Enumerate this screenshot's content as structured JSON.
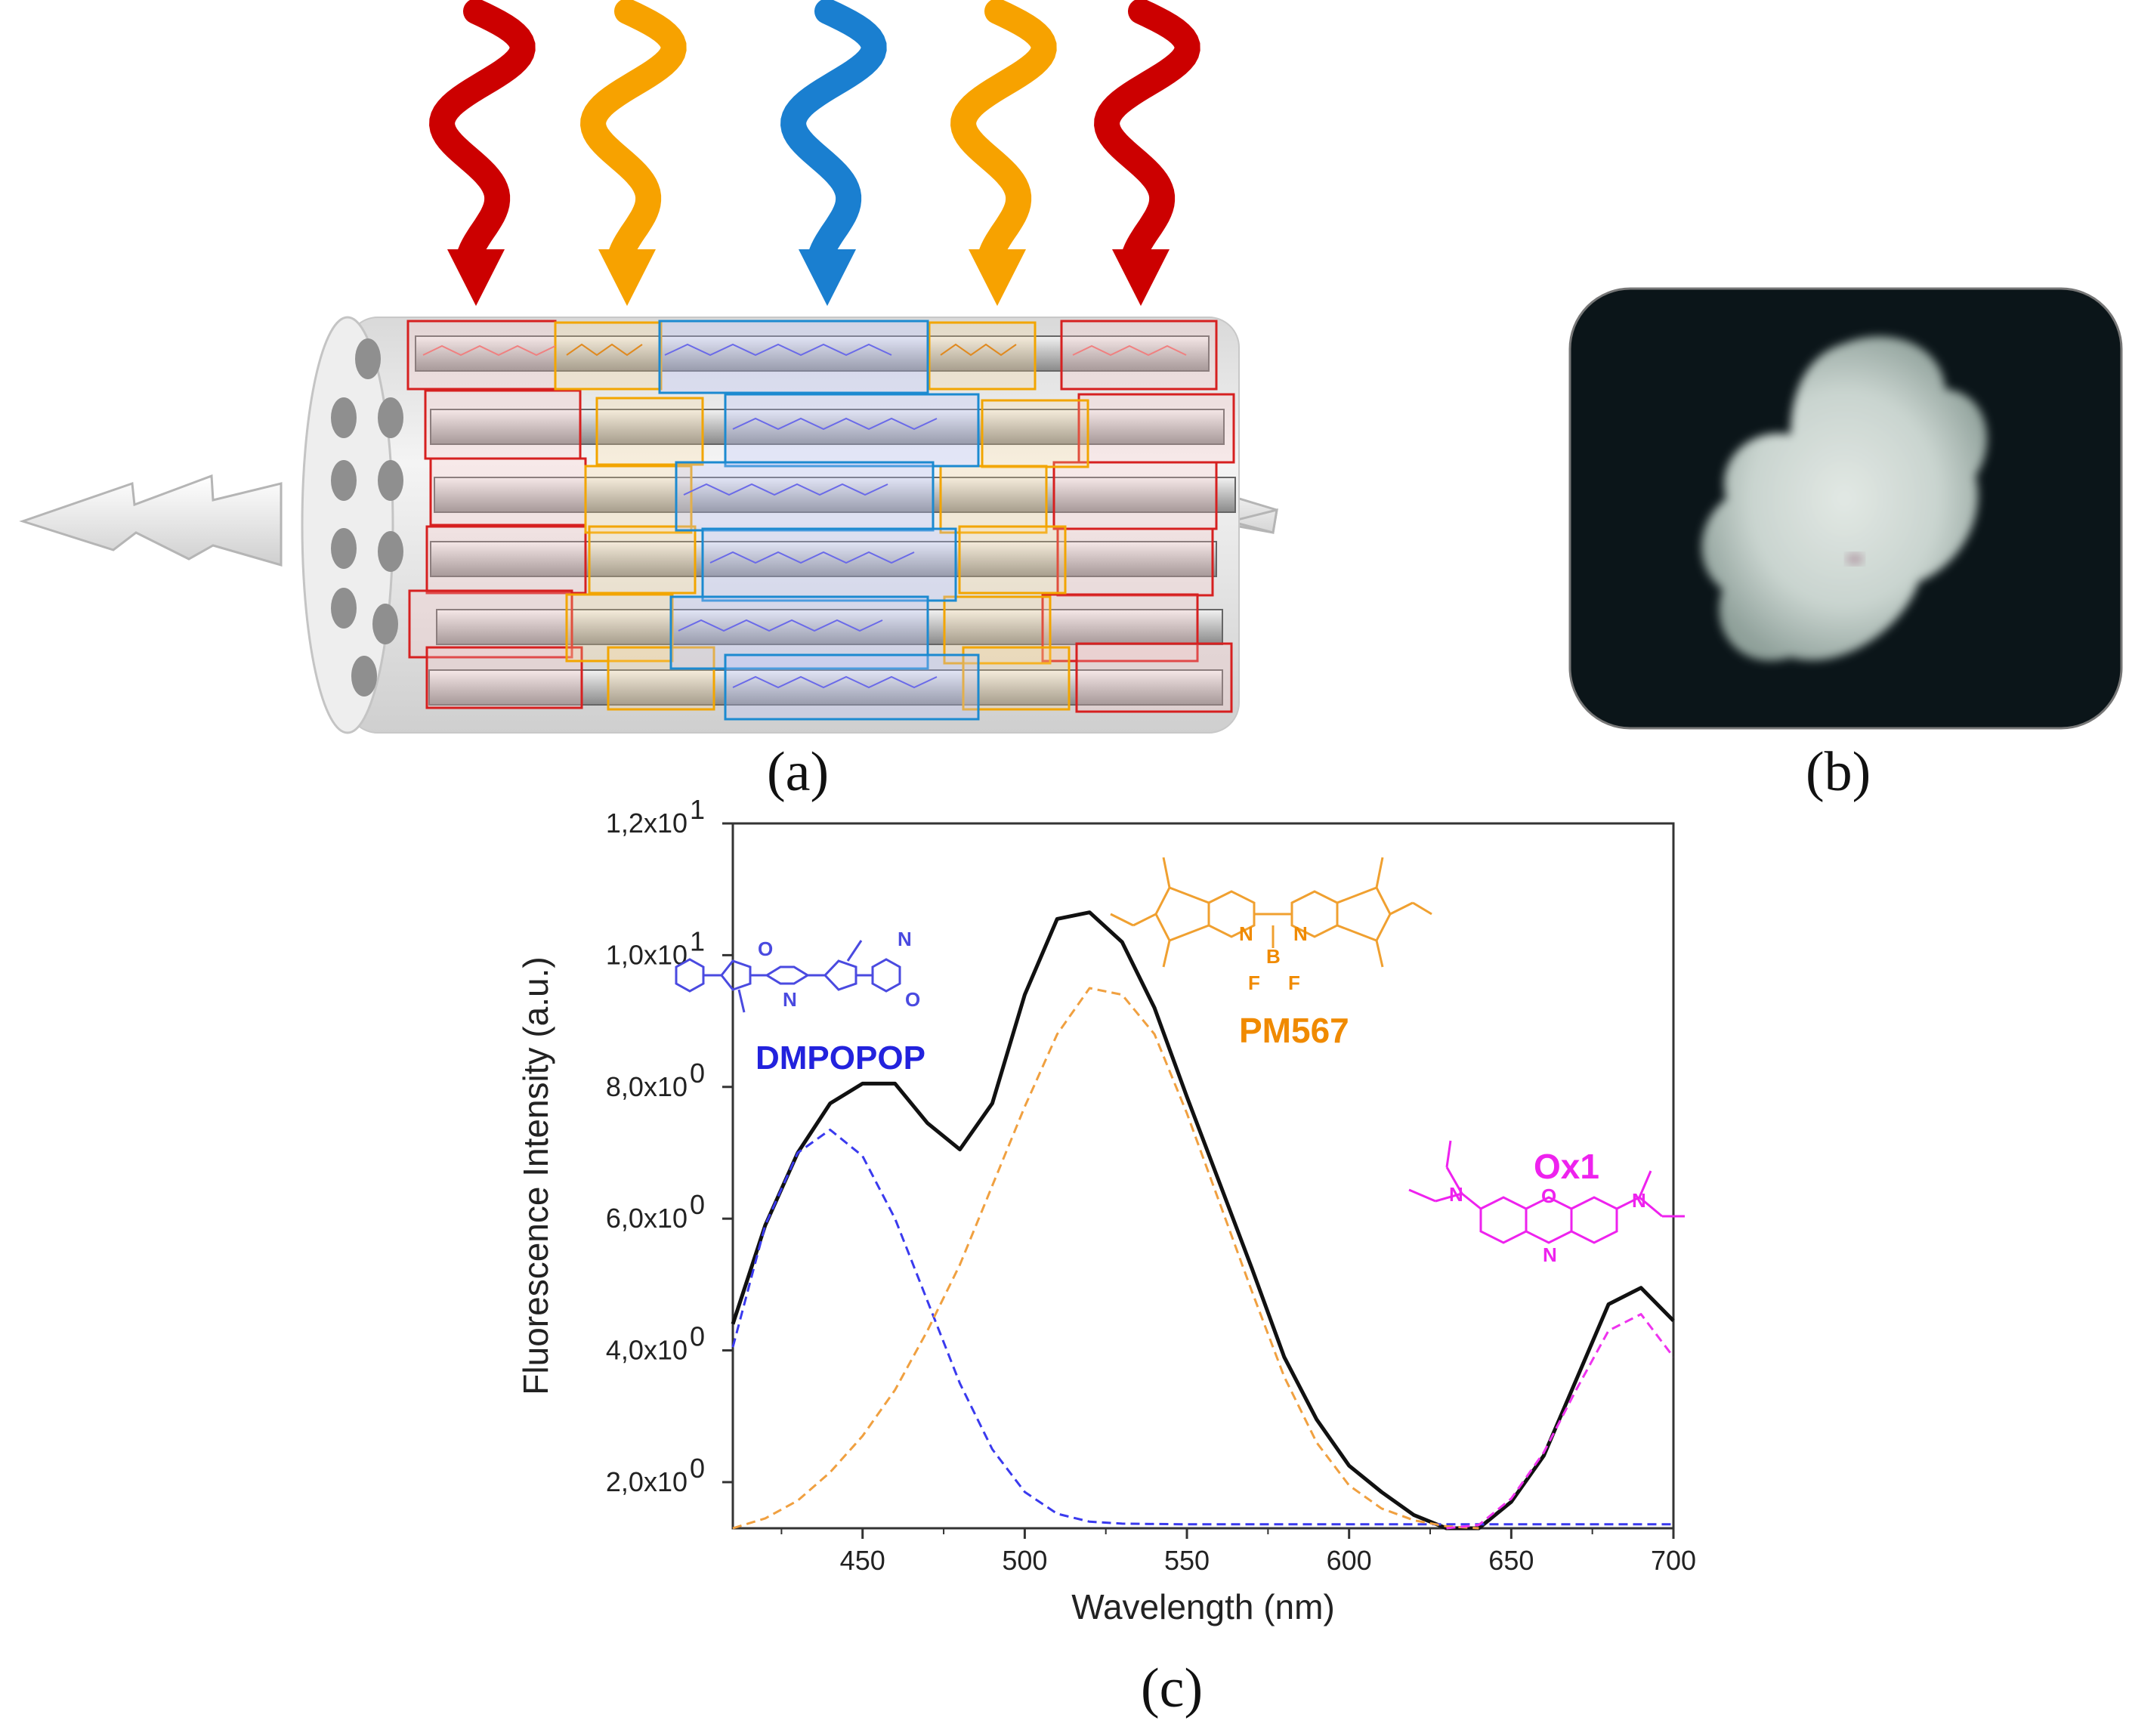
{
  "panels": {
    "a_label": "(a)",
    "b_label": "(b)",
    "c_label": "(c)"
  },
  "colors": {
    "red": "#cc0000",
    "orange": "#f7a200",
    "blue": "#1a7fd0",
    "dmpopop": "#2222dd",
    "pm567": "#f08a00",
    "ox1": "#ee22ee",
    "total": "#111111",
    "photo_bg": "#0a1418",
    "photo_blob": "#cdd8d4"
  },
  "labels": {
    "dmpopop_name": "DMPOPOP",
    "pm567_name": "PM567",
    "ox1_name": "Ox1",
    "atom_n": "N",
    "atom_o": "O",
    "atom_b": "B",
    "atom_f": "F"
  },
  "chart_data": {
    "type": "line",
    "xlabel": "Wavelength (nm)",
    "ylabel": "Fluorescence Intensity (a.u.)",
    "xlim": [
      410,
      700
    ],
    "ylim": [
      1.3,
      12.0
    ],
    "x_ticks": [
      {
        "value": 450,
        "label": "450"
      },
      {
        "value": 500,
        "label": "500"
      },
      {
        "value": 550,
        "label": "550"
      },
      {
        "value": 600,
        "label": "600"
      },
      {
        "value": 650,
        "label": "650"
      },
      {
        "value": 700,
        "label": "700"
      }
    ],
    "y_ticks": [
      {
        "value": 2.0,
        "label": "2,0x10",
        "exp": "0"
      },
      {
        "value": 4.0,
        "label": "4,0x10",
        "exp": "0"
      },
      {
        "value": 6.0,
        "label": "6,0x10",
        "exp": "0"
      },
      {
        "value": 8.0,
        "label": "8,0x10",
        "exp": "0"
      },
      {
        "value": 10.0,
        "label": "1,0x10",
        "exp": "1"
      },
      {
        "value": 12.0,
        "label": "1,2x10",
        "exp": "1"
      }
    ],
    "series": [
      {
        "color": "#111111",
        "dash": false,
        "points": [
          [
            410,
            4.4
          ],
          [
            420,
            5.9
          ],
          [
            430,
            7.0
          ],
          [
            440,
            7.75
          ],
          [
            450,
            8.05
          ],
          [
            460,
            8.05
          ],
          [
            470,
            7.45
          ],
          [
            480,
            7.05
          ],
          [
            490,
            7.75
          ],
          [
            500,
            9.4
          ],
          [
            510,
            10.55
          ],
          [
            520,
            10.65
          ],
          [
            530,
            10.2
          ],
          [
            540,
            9.2
          ],
          [
            550,
            7.85
          ],
          [
            560,
            6.55
          ],
          [
            570,
            5.25
          ],
          [
            580,
            3.9
          ],
          [
            590,
            2.95
          ],
          [
            600,
            2.25
          ],
          [
            610,
            1.85
          ],
          [
            620,
            1.5
          ],
          [
            630,
            1.3
          ],
          [
            640,
            1.3
          ],
          [
            650,
            1.7
          ],
          [
            660,
            2.4
          ],
          [
            670,
            3.55
          ],
          [
            680,
            4.7
          ],
          [
            690,
            4.95
          ],
          [
            700,
            4.45
          ]
        ]
      },
      {
        "color": "#3a3aee",
        "dash": true,
        "points": [
          [
            410,
            4.05
          ],
          [
            420,
            5.9
          ],
          [
            430,
            7.0
          ],
          [
            440,
            7.35
          ],
          [
            450,
            6.95
          ],
          [
            460,
            6.0
          ],
          [
            470,
            4.75
          ],
          [
            480,
            3.5
          ],
          [
            490,
            2.5
          ],
          [
            500,
            1.85
          ],
          [
            510,
            1.52
          ],
          [
            520,
            1.4
          ],
          [
            530,
            1.37
          ],
          [
            550,
            1.36
          ],
          [
            600,
            1.36
          ],
          [
            650,
            1.36
          ],
          [
            700,
            1.36
          ]
        ]
      },
      {
        "color": "#f0a040",
        "dash": true,
        "points": [
          [
            410,
            1.3
          ],
          [
            420,
            1.45
          ],
          [
            430,
            1.72
          ],
          [
            440,
            2.15
          ],
          [
            450,
            2.7
          ],
          [
            460,
            3.4
          ],
          [
            470,
            4.3
          ],
          [
            480,
            5.3
          ],
          [
            490,
            6.5
          ],
          [
            500,
            7.7
          ],
          [
            510,
            8.8
          ],
          [
            520,
            9.5
          ],
          [
            530,
            9.4
          ],
          [
            540,
            8.8
          ],
          [
            550,
            7.6
          ],
          [
            560,
            6.25
          ],
          [
            570,
            4.9
          ],
          [
            580,
            3.6
          ],
          [
            590,
            2.6
          ],
          [
            600,
            1.95
          ],
          [
            610,
            1.6
          ],
          [
            620,
            1.42
          ],
          [
            630,
            1.33
          ],
          [
            640,
            1.3
          ]
        ]
      },
      {
        "color": "#ee33ee",
        "dash": true,
        "points": [
          [
            630,
            1.3
          ],
          [
            640,
            1.35
          ],
          [
            650,
            1.75
          ],
          [
            660,
            2.45
          ],
          [
            670,
            3.4
          ],
          [
            680,
            4.3
          ],
          [
            690,
            4.55
          ],
          [
            700,
            3.9
          ]
        ]
      }
    ]
  }
}
